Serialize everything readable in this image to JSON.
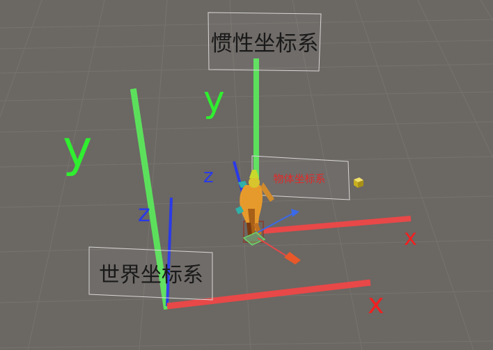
{
  "scene": {
    "labels": {
      "inertial_frame": "惯性坐标系",
      "object_frame": "物体坐标系",
      "world_frame": "世界坐标系"
    },
    "axis_letters": {
      "inertial_y": "y",
      "world_y": "y",
      "world_z": "z",
      "world_x": "x",
      "object_z": "z",
      "object_x": "x"
    },
    "colors": {
      "background": "#6b6763",
      "grid": "#7a7672",
      "x_axis": "#e84848",
      "y_axis": "#5ce05c",
      "z_axis": "#2a3ae8",
      "label_text": "#1a1a1a",
      "object_label_text": "#e02a2a",
      "label_frame": "#d8d8d8"
    },
    "icons": [
      "gizmo-cube-icon",
      "character-model"
    ]
  }
}
